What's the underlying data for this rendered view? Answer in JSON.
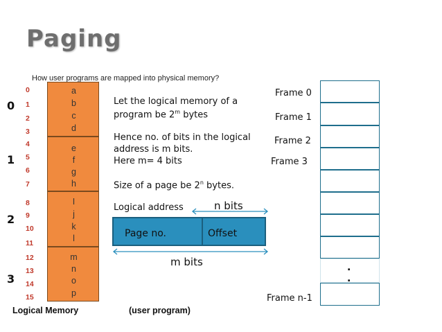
{
  "title": "Paging",
  "subtitle": "How user programs are mapped into physical memory?",
  "logical_memory": {
    "addresses": [
      "0",
      "1",
      "2",
      "3",
      "4",
      "5",
      "6",
      "7",
      "8",
      "9",
      "10",
      "11",
      "12",
      "13",
      "14",
      "15"
    ],
    "pages": [
      {
        "number": "0",
        "letters": [
          "a",
          "b",
          "c",
          "d"
        ]
      },
      {
        "number": "1",
        "letters": [
          "e",
          "f",
          "g",
          "h"
        ]
      },
      {
        "number": "2",
        "letters": [
          "I",
          "j",
          "k",
          "l"
        ]
      },
      {
        "number": "3",
        "letters": [
          "m",
          "n",
          "o",
          "p"
        ]
      }
    ],
    "caption": "Logical Memory",
    "caption2": "(user program)"
  },
  "explanation": {
    "line1": "Let the logical memory of a",
    "line2a": "program be 2",
    "line2sup": "m",
    "line2b": " bytes",
    "line3": "Hence no. of bits in the logical",
    "line4": "address is m bits.",
    "line5": "Here m= 4 bits",
    "line6a": "Size of a page be 2",
    "line6sup": "n",
    "line6b": " bytes.",
    "logical_address": "Logical address"
  },
  "address_box": {
    "page_no": "Page no.",
    "offset": "Offset",
    "n_bits": "n bits",
    "m_bits": "m bits"
  },
  "physical_memory": {
    "frame_labels": [
      "Frame 0",
      "Frame 1",
      "Frame 2",
      "Frame 3",
      "Frame n-1"
    ],
    "dots": ".",
    "dots2": "."
  },
  "colors": {
    "page_fill": "#f08a3e",
    "address_box_fill": "#2a8fbd",
    "arrow": "#2a8fbd",
    "frame_border": "#1e6e8c",
    "address_text": "#c0392b"
  }
}
